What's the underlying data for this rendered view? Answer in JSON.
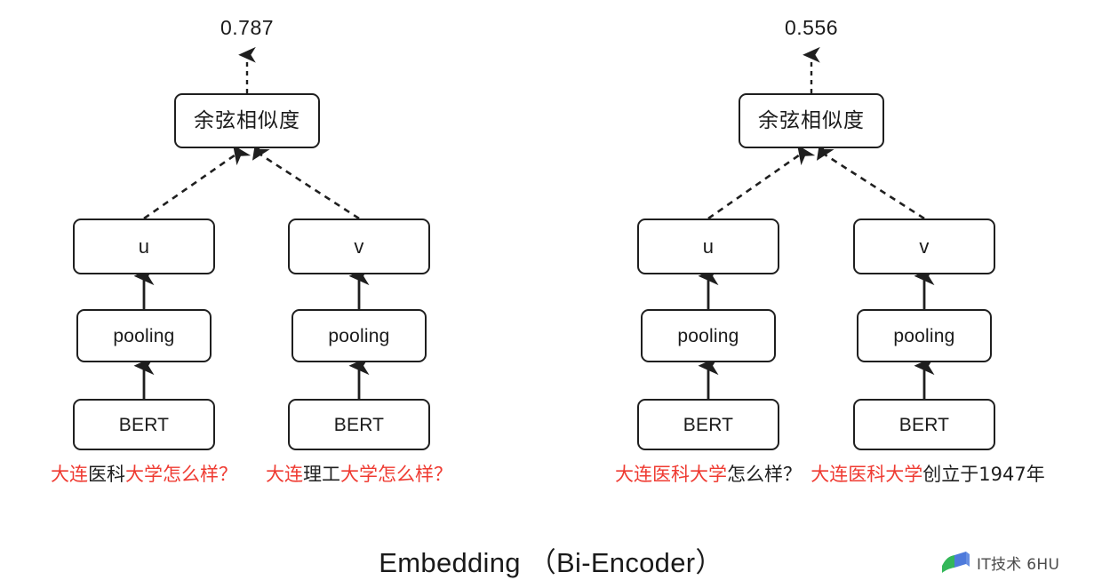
{
  "caption": "Embedding （Bi-Encoder）",
  "colors": {
    "highlight_red": "#ef3b32",
    "stroke": "#1f1f1f",
    "background": "#ffffff",
    "watermark_green": "#22b14c",
    "watermark_blue": "#3f6fd8"
  },
  "node_labels": {
    "cosine": "余弦相似度",
    "u": "u",
    "v": "v",
    "pooling": "pooling",
    "bert": "BERT"
  },
  "panels": [
    {
      "id": "left",
      "score": "0.787",
      "branches": [
        {
          "id": "left-u",
          "vector": "u",
          "pooling": "pooling",
          "encoder": "BERT",
          "sentence_parts": [
            {
              "text": "大连",
              "highlight": true
            },
            {
              "text": "医科",
              "highlight": false
            },
            {
              "text": "大学怎么样？",
              "highlight": true
            }
          ]
        },
        {
          "id": "left-v",
          "vector": "v",
          "pooling": "pooling",
          "encoder": "BERT",
          "sentence_parts": [
            {
              "text": "大连",
              "highlight": true
            },
            {
              "text": "理工",
              "highlight": false
            },
            {
              "text": "大学怎么样？",
              "highlight": true
            }
          ]
        }
      ]
    },
    {
      "id": "right",
      "score": "0.556",
      "branches": [
        {
          "id": "right-u",
          "vector": "u",
          "pooling": "pooling",
          "encoder": "BERT",
          "sentence_parts": [
            {
              "text": "大连医科大学",
              "highlight": true
            },
            {
              "text": "怎么样？",
              "highlight": false
            }
          ]
        },
        {
          "id": "right-v",
          "vector": "v",
          "pooling": "pooling",
          "encoder": "BERT",
          "sentence_parts": [
            {
              "text": "大连医科大学",
              "highlight": true
            },
            {
              "text": "创立于1947年",
              "highlight": false
            }
          ]
        }
      ]
    }
  ],
  "watermark": {
    "text": "IT技术 6HU"
  }
}
